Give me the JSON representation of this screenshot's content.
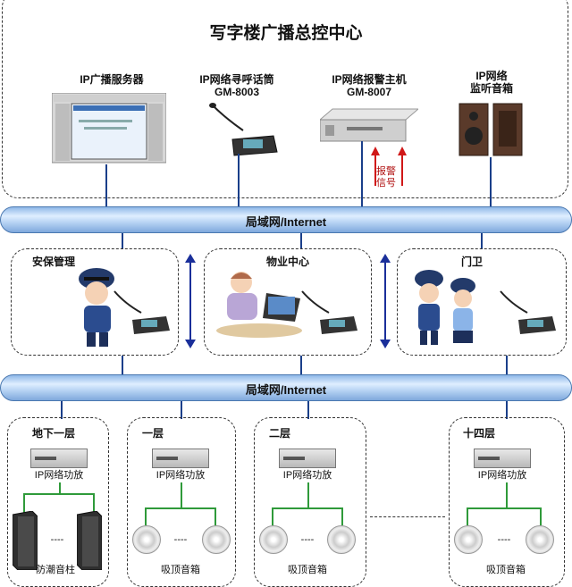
{
  "title": "写字楼广播总控中心",
  "control_center": {
    "server": "IP广播服务器",
    "mic_line1": "IP网络寻呼话筒",
    "mic_line2": "GM-8003",
    "alarm_line1": "IP网络报警主机",
    "alarm_line2": "GM-8007",
    "alarm_signal_1": "报警",
    "alarm_signal_2": "信号",
    "monitor_line1": "IP网络",
    "monitor_line2": "监听音箱"
  },
  "network_top": "局域网/Internet",
  "network_bottom": "局域网/Internet",
  "stations": {
    "security": "安保管理",
    "property": "物业中心",
    "guard": "门卫"
  },
  "floors": [
    {
      "name": "地下一层",
      "amp": "IP网络功放",
      "speaker": "防潮音柱"
    },
    {
      "name": "一层",
      "amp": "IP网络功放",
      "speaker": "吸顶音箱"
    },
    {
      "name": "二层",
      "amp": "IP网络功放",
      "speaker": "吸顶音箱"
    },
    {
      "name": "十四层",
      "amp": "IP网络功放",
      "speaker": "吸顶音箱"
    }
  ],
  "colors": {
    "pipe": "#b8d4f4",
    "line": "#1a3f8a",
    "speaker_wire": "#2f9a3a"
  }
}
